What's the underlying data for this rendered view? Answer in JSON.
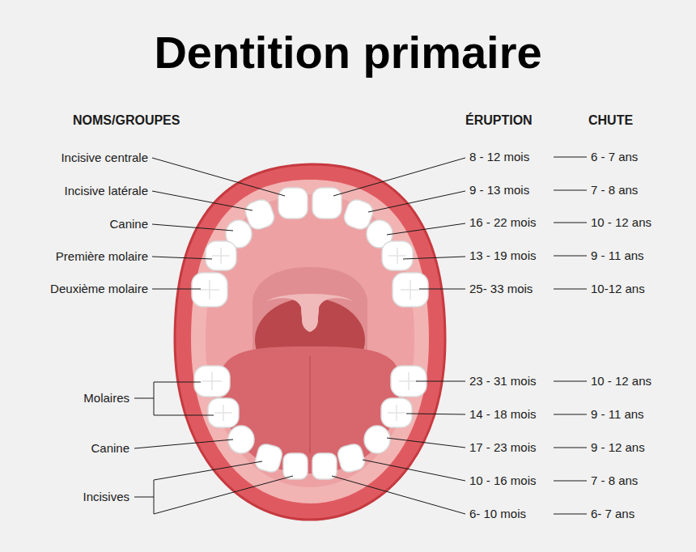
{
  "diagram": {
    "title": "Dentition primaire",
    "labels": [
      "NOMS/GROUPES",
      "ÉRUPTION",
      "CHUTE",
      "Incisive centrale",
      "8 - 12 mois",
      "6 - 7 ans",
      "Incisive latérale",
      "9 - 13 mois",
      "7 - 8 ans",
      "Canine",
      "16 - 22 mois",
      "10 - 12 ans",
      "Première molaire",
      "13 - 19 mois",
      "9 - 11 ans",
      "Deuxième molaire",
      "25- 33 mois",
      "10-12 ans",
      "23 - 31 mois",
      "10 - 12 ans",
      "Molaires",
      "14 - 18 mois",
      "9 - 11 ans",
      "Canine",
      "17 - 23 mois",
      "9 - 12 ans",
      "10 - 16 mois",
      "7 - 8 ans",
      "Incisives",
      "6- 10 mois",
      "6- 7 ans"
    ]
  }
}
